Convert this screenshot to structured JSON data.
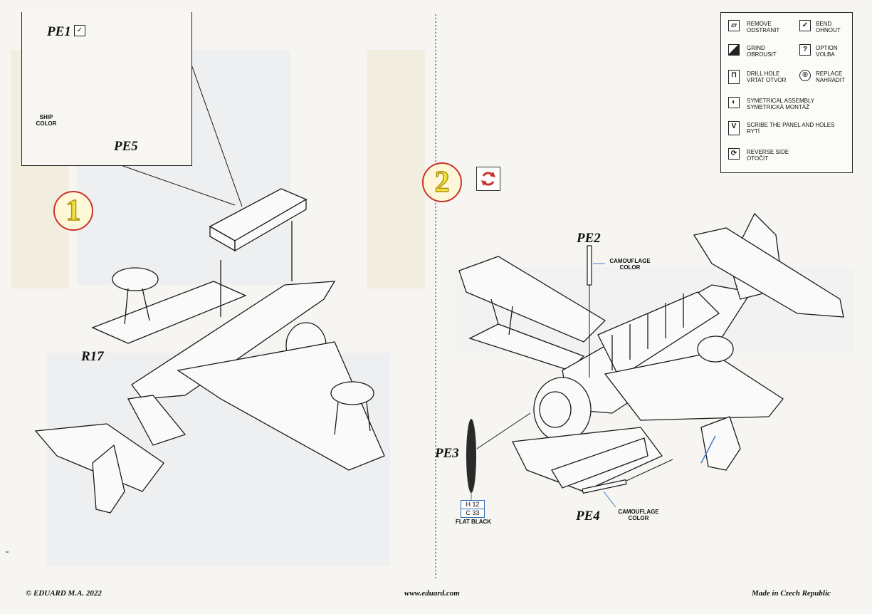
{
  "inset": {
    "pe1": "PE1",
    "pe5": "PE5",
    "ship_color": "SHIP\nCOLOR",
    "bend_icon": "bend-icon"
  },
  "steps": [
    "1",
    "2"
  ],
  "step1": {
    "r17": "R17"
  },
  "step2": {
    "pe2": "PE2",
    "pe3": "PE3",
    "pe4": "PE4",
    "camo1": "CAMOUFLAGE\nCOLOR",
    "camo2": "CAMOUFLAGE\nCOLOR",
    "paint_h": "H 12",
    "paint_c": "C 33",
    "flat_black": "FLAT BLACK"
  },
  "legend": [
    {
      "icon": "remove-icon",
      "text": "REMOVE\nODSTRANIT"
    },
    {
      "icon": "bend-icon",
      "text": "BEND\nOHNOUT"
    },
    {
      "icon": "grind-icon",
      "text": "GRIND\nOBROUSIT"
    },
    {
      "icon": "option-icon",
      "text": "OPTION\nVOLBA"
    },
    {
      "icon": "drill-hole-icon",
      "text": "DRILL HOLE\nVRTAT OTVOR"
    },
    {
      "icon": "replace-icon",
      "text": "REPLACE\nNAHRADIT"
    },
    {
      "icon": "symetrical-assembly-icon",
      "text": "SYMETRICAL ASSEMBLY\nSYMETRICKÁ MONTÁŽ"
    },
    {
      "icon": "scribe-icon",
      "text": "SCRIBE THE PANEL AND HOLES\nRYTÍ"
    },
    {
      "icon": "reverse-side-icon",
      "text": "REVERSE SIDE\nOTOČIT"
    }
  ],
  "footer": {
    "copyright": "© EDUARD  M.A. 2022",
    "url": "www.eduard.com",
    "made_in": "Made in Czech Republic"
  },
  "colors": {
    "step_ring": "#c9332b",
    "step_number": "#f2e33b",
    "leader_blue": "#3a7cc9",
    "line": "#1a1a1a"
  }
}
